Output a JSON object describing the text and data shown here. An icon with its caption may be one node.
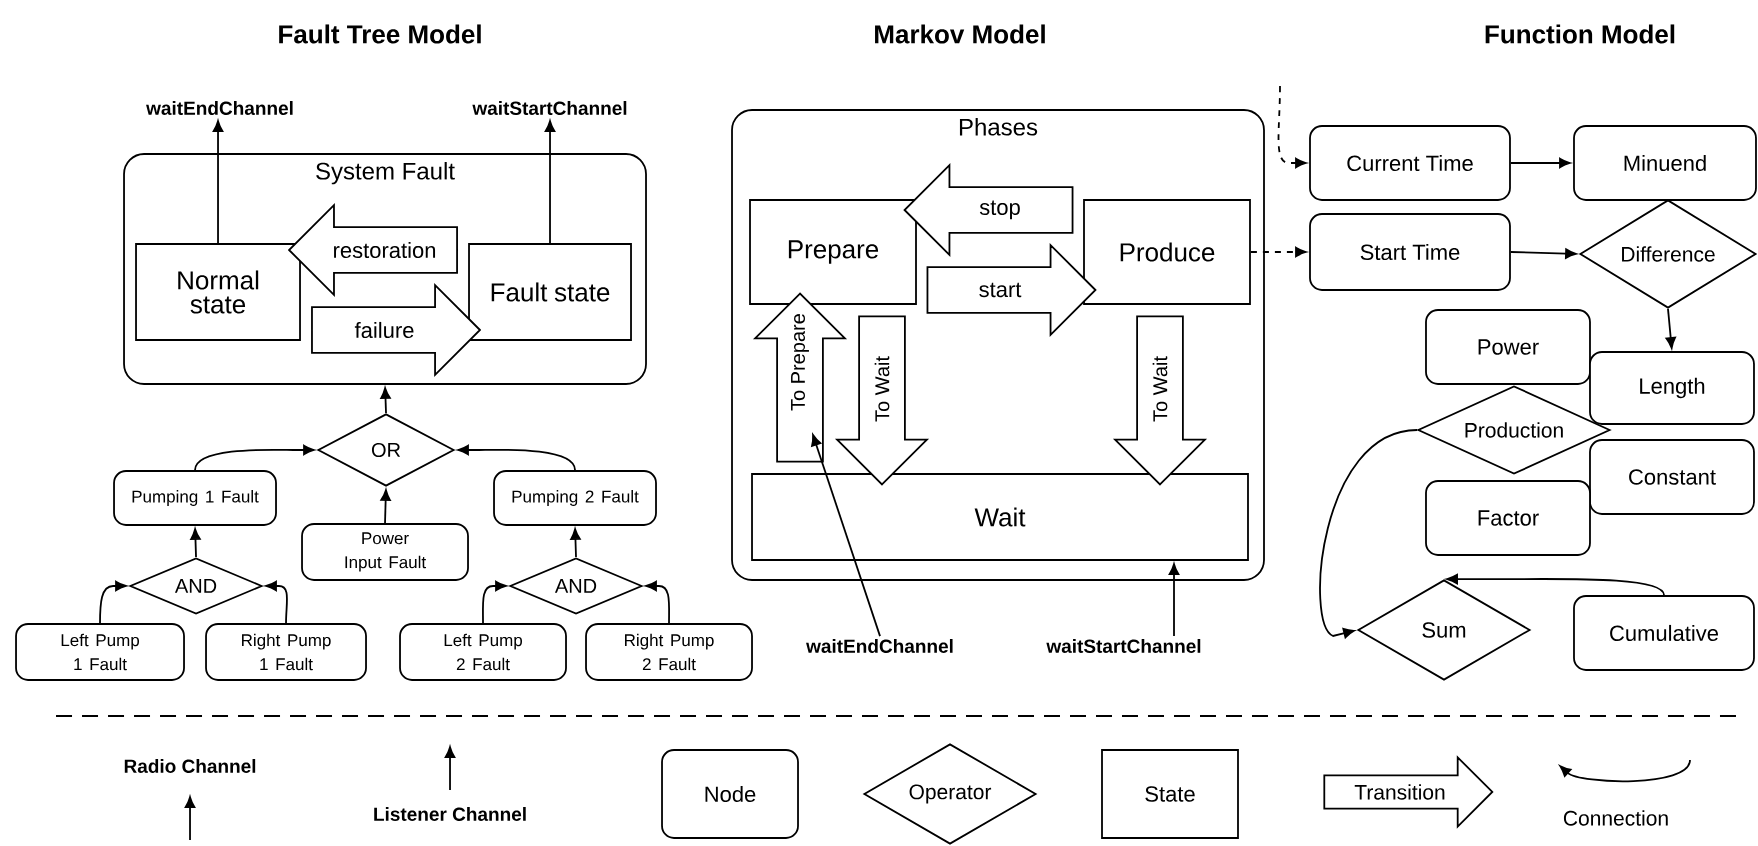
{
  "diagram": {
    "nodes": [
      {
        "text": [
          "waitEndChannel"
        ]
      },
      {
        "text": [
          "waitStartChannel"
        ]
      },
      {
        "text": [
          "System Fault"
        ]
      },
      {
        "text": [
          "Normal state"
        ],
        "in": 2
      },
      {
        "text": [
          "Fault state"
        ],
        "in": 2
      },
      {
        "text": [
          "OR"
        ]
      },
      {
        "text": [
          "Pumping 1 Fault"
        ]
      },
      {
        "text": [
          "Power Input Fault"
        ]
      },
      {
        "text": [
          "Pumping 2 Fault"
        ]
      },
      {
        "text": [
          "AND"
        ]
      },
      {
        "text": [
          "AND"
        ]
      },
      {
        "text": [
          "Left Pump 1 Fault"
        ]
      },
      {
        "text": [
          "Right Pump 1 Fault"
        ]
      },
      {
        "text": [
          "Left Pump 2 Fault"
        ]
      },
      {
        "text": [
          "Right Pump 2 Fault"
        ]
      },
      {
        "text": [
          "Phases"
        ]
      },
      {
        "text": [
          "Prepare"
        ],
        "in": 15
      },
      {
        "text": [
          "Produce"
        ],
        "in": 15
      },
      {
        "text": [
          "Wait"
        ],
        "in": 15
      },
      {
        "text": [
          "waitEndChannel"
        ]
      },
      {
        "text": [
          "waitStartChannel"
        ]
      },
      {
        "text": [
          "Current Time"
        ]
      },
      {
        "text": [
          "Minuend"
        ]
      },
      {
        "text": [
          "Start Time"
        ]
      },
      {
        "text": [
          "Difference"
        ]
      },
      {
        "text": [
          "Power"
        ]
      },
      {
        "text": [
          "Length"
        ]
      },
      {
        "text": [
          "Production"
        ]
      },
      {
        "text": [
          "Constant"
        ]
      },
      {
        "text": [
          "Factor"
        ]
      },
      {
        "text": [
          "Sum"
        ]
      },
      {
        "text": [
          "Cumulative"
        ]
      }
    ],
    "edges": [
      {
        "from": 3,
        "to": 0,
        "arrow": "to"
      },
      {
        "from": 4,
        "to": 1,
        "arrow": "to"
      },
      {
        "from": 6,
        "to": 5,
        "arrow": "to"
      },
      {
        "from": 7,
        "to": 5,
        "arrow": "to"
      },
      {
        "from": 8,
        "to": 5,
        "arrow": "to"
      },
      {
        "from": 5,
        "to": 2,
        "arrow": "to"
      },
      {
        "from": 9,
        "to": 6,
        "arrow": "to"
      },
      {
        "from": 11,
        "to": 9,
        "arrow": "to"
      },
      {
        "from": 12,
        "to": 9,
        "arrow": "to"
      },
      {
        "from": 10,
        "to": 8,
        "arrow": "to"
      },
      {
        "from": 13,
        "to": 10,
        "arrow": "to"
      },
      {
        "from": 14,
        "to": 10,
        "arrow": "to"
      },
      {
        "from": 19,
        "to": null,
        "arrow": "to"
      },
      {
        "from": 20,
        "to": 18,
        "arrow": "to"
      },
      {
        "from": null,
        "to": 21,
        "arrow": "to",
        "style": "dashed"
      },
      {
        "from": 17,
        "to": 23,
        "arrow": "to",
        "style": "dashed"
      },
      {
        "from": 21,
        "to": 22,
        "arrow": "to"
      },
      {
        "from": 23,
        "to": 24,
        "arrow": "to"
      },
      {
        "from": 24,
        "to": 26,
        "arrow": "to"
      },
      {
        "from": 27,
        "to": 30,
        "arrow": "to"
      },
      {
        "from": 31,
        "to": 30,
        "arrow": "to"
      },
      {
        "from": 3,
        "to": 4,
        "label": "failure",
        "arrow": "to"
      },
      {
        "from": 4,
        "to": 3,
        "label": "restoration",
        "arrow": "to"
      },
      {
        "from": 16,
        "to": 17,
        "label": "start",
        "arrow": "to"
      },
      {
        "from": 17,
        "to": 16,
        "label": "stop",
        "arrow": "to"
      },
      {
        "from": 18,
        "to": 16,
        "label": "To Prepare",
        "arrow": "to"
      },
      {
        "from": 16,
        "to": 18,
        "label": "To Wait",
        "arrow": "to"
      },
      {
        "from": 17,
        "to": 18,
        "label": "To Wait",
        "arrow": "to"
      }
    ],
    "labels": [
      "Fault Tree Model",
      "Markov Model",
      "Function Model"
    ],
    "legend": [
      {
        "text": "Radio Channel"
      },
      {
        "text": "Listener Channel"
      },
      {
        "text": "Node"
      },
      {
        "text": "Operator"
      },
      {
        "text": "State"
      },
      {
        "text": "Transition"
      },
      {
        "text": "Connection"
      }
    ]
  }
}
